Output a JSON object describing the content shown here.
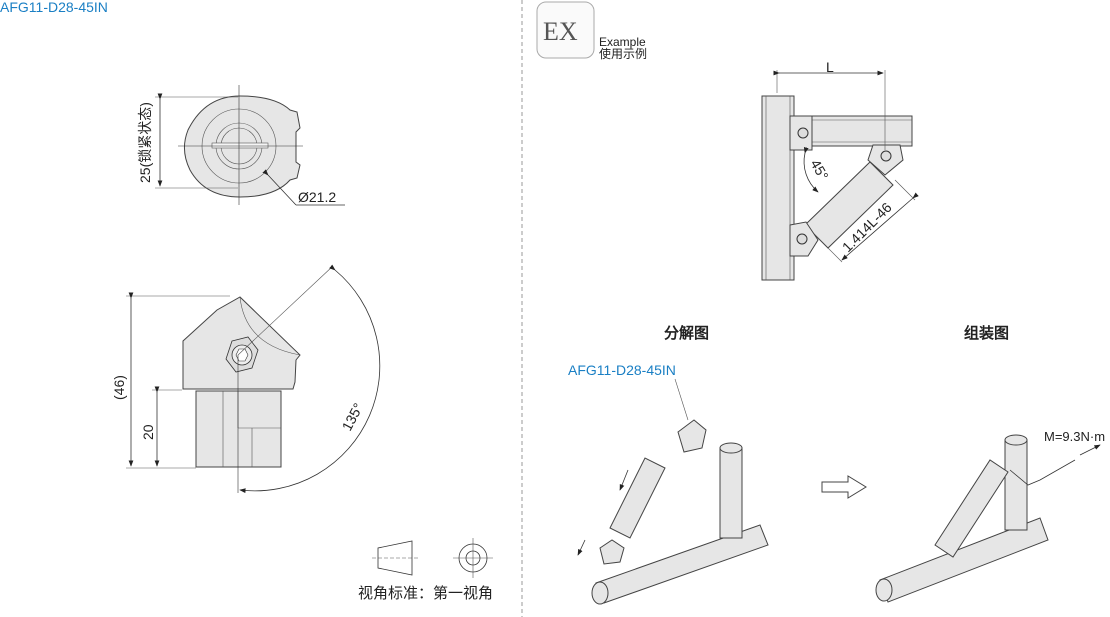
{
  "left_panel": {
    "part_code": "AFG11-D28-45IN",
    "dim_locked": "25(锁紧状态)",
    "dim_diameter": "Ø21.2",
    "dim_total": "(46)",
    "dim_base": "20",
    "dim_angle": "135°",
    "projection_label": "视角标准：第一视角"
  },
  "right_panel": {
    "ex_badge": "EX",
    "example_en": "Example",
    "example_cn": "使用示例",
    "dim_L": "L",
    "dim_angle": "45°",
    "dim_length": "1.414L-46",
    "exploded_title": "分解图",
    "assembled_title": "组装图",
    "exploded_part_code": "AFG11-D28-45IN",
    "torque": "M=9.3N·m"
  },
  "colors": {
    "accent": "#1a7fc4",
    "divider": "#999999"
  }
}
